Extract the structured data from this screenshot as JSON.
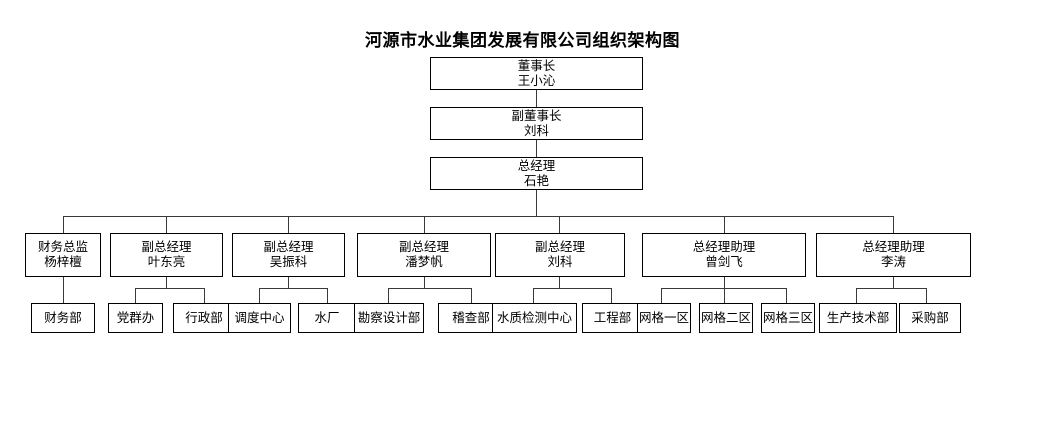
{
  "title": "河源市水业集团发展有限公司组织架构图",
  "chart_data": {
    "type": "diagram",
    "diagram_type": "organization-chart",
    "title": "河源市水业集团发展有限公司组织架构图",
    "orientation": "top-down",
    "levels": 4,
    "node_count": 24,
    "box_style": {
      "fill": "#ffffff",
      "stroke": "#000000",
      "text": "#000000"
    },
    "connector_style": {
      "stroke": "#3a3a3a",
      "type": "orthogonal"
    }
  },
  "executives": [
    {
      "title": "董事长",
      "name": "王小沁"
    },
    {
      "title": "副董事长",
      "name": "刘科"
    },
    {
      "title": "总经理",
      "name": "石艳"
    }
  ],
  "managers": [
    {
      "title": "财务总监",
      "name": "杨梓檀"
    },
    {
      "title": "副总经理",
      "name": "叶东亮"
    },
    {
      "title": "副总经理",
      "name": "吴振科"
    },
    {
      "title": "副总经理",
      "name": "潘梦帆"
    },
    {
      "title": "副总经理",
      "name": "刘科"
    },
    {
      "title": "总经理助理",
      "name": "曾剑飞"
    },
    {
      "title": "总经理助理",
      "name": "李涛"
    }
  ],
  "departments": [
    {
      "label": "财务部"
    },
    {
      "label": "党群办"
    },
    {
      "label": "行政部"
    },
    {
      "label": "调度中心"
    },
    {
      "label": "水厂"
    },
    {
      "label": "勘察设计部"
    },
    {
      "label": "稽查部"
    },
    {
      "label": "水质检测中心"
    },
    {
      "label": "工程部"
    },
    {
      "label": "网格一区"
    },
    {
      "label": "网格二区"
    },
    {
      "label": "网格三区"
    },
    {
      "label": "生产技术部"
    },
    {
      "label": "采购部"
    }
  ]
}
